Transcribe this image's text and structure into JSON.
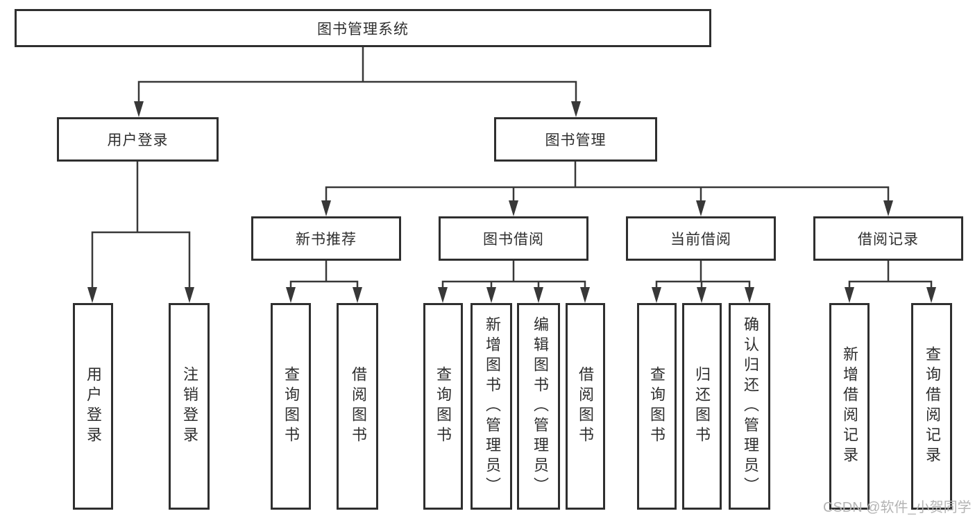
{
  "tree": {
    "label": "图书管理系统",
    "children": [
      {
        "label": "用户登录",
        "children": [
          {
            "label": "用户登录"
          },
          {
            "label": "注销登录"
          }
        ]
      },
      {
        "label": "图书管理",
        "children": [
          {
            "label": "新书推荐",
            "children": [
              {
                "label": "查询图书"
              },
              {
                "label": "借阅图书"
              }
            ]
          },
          {
            "label": "图书借阅",
            "children": [
              {
                "label": "查询图书"
              },
              {
                "label": "新增图书（管理员）"
              },
              {
                "label": "编辑图书（管理员）"
              },
              {
                "label": "借阅图书"
              }
            ]
          },
          {
            "label": "当前借阅",
            "children": [
              {
                "label": "查询图书"
              },
              {
                "label": "归还图书"
              },
              {
                "label": "确认归还（管理员）"
              }
            ]
          },
          {
            "label": "借阅记录",
            "children": [
              {
                "label": "新增借阅记录"
              },
              {
                "label": "查询借阅记录"
              }
            ]
          }
        ]
      }
    ]
  },
  "watermark": {
    "text": "CSDN @软件_小贺同学"
  },
  "colors": {
    "line": "#383838",
    "box_border": "#2f2f2f",
    "text": "#2e2e2e",
    "watermark": "#b4b4b4",
    "background": "#ffffff"
  }
}
